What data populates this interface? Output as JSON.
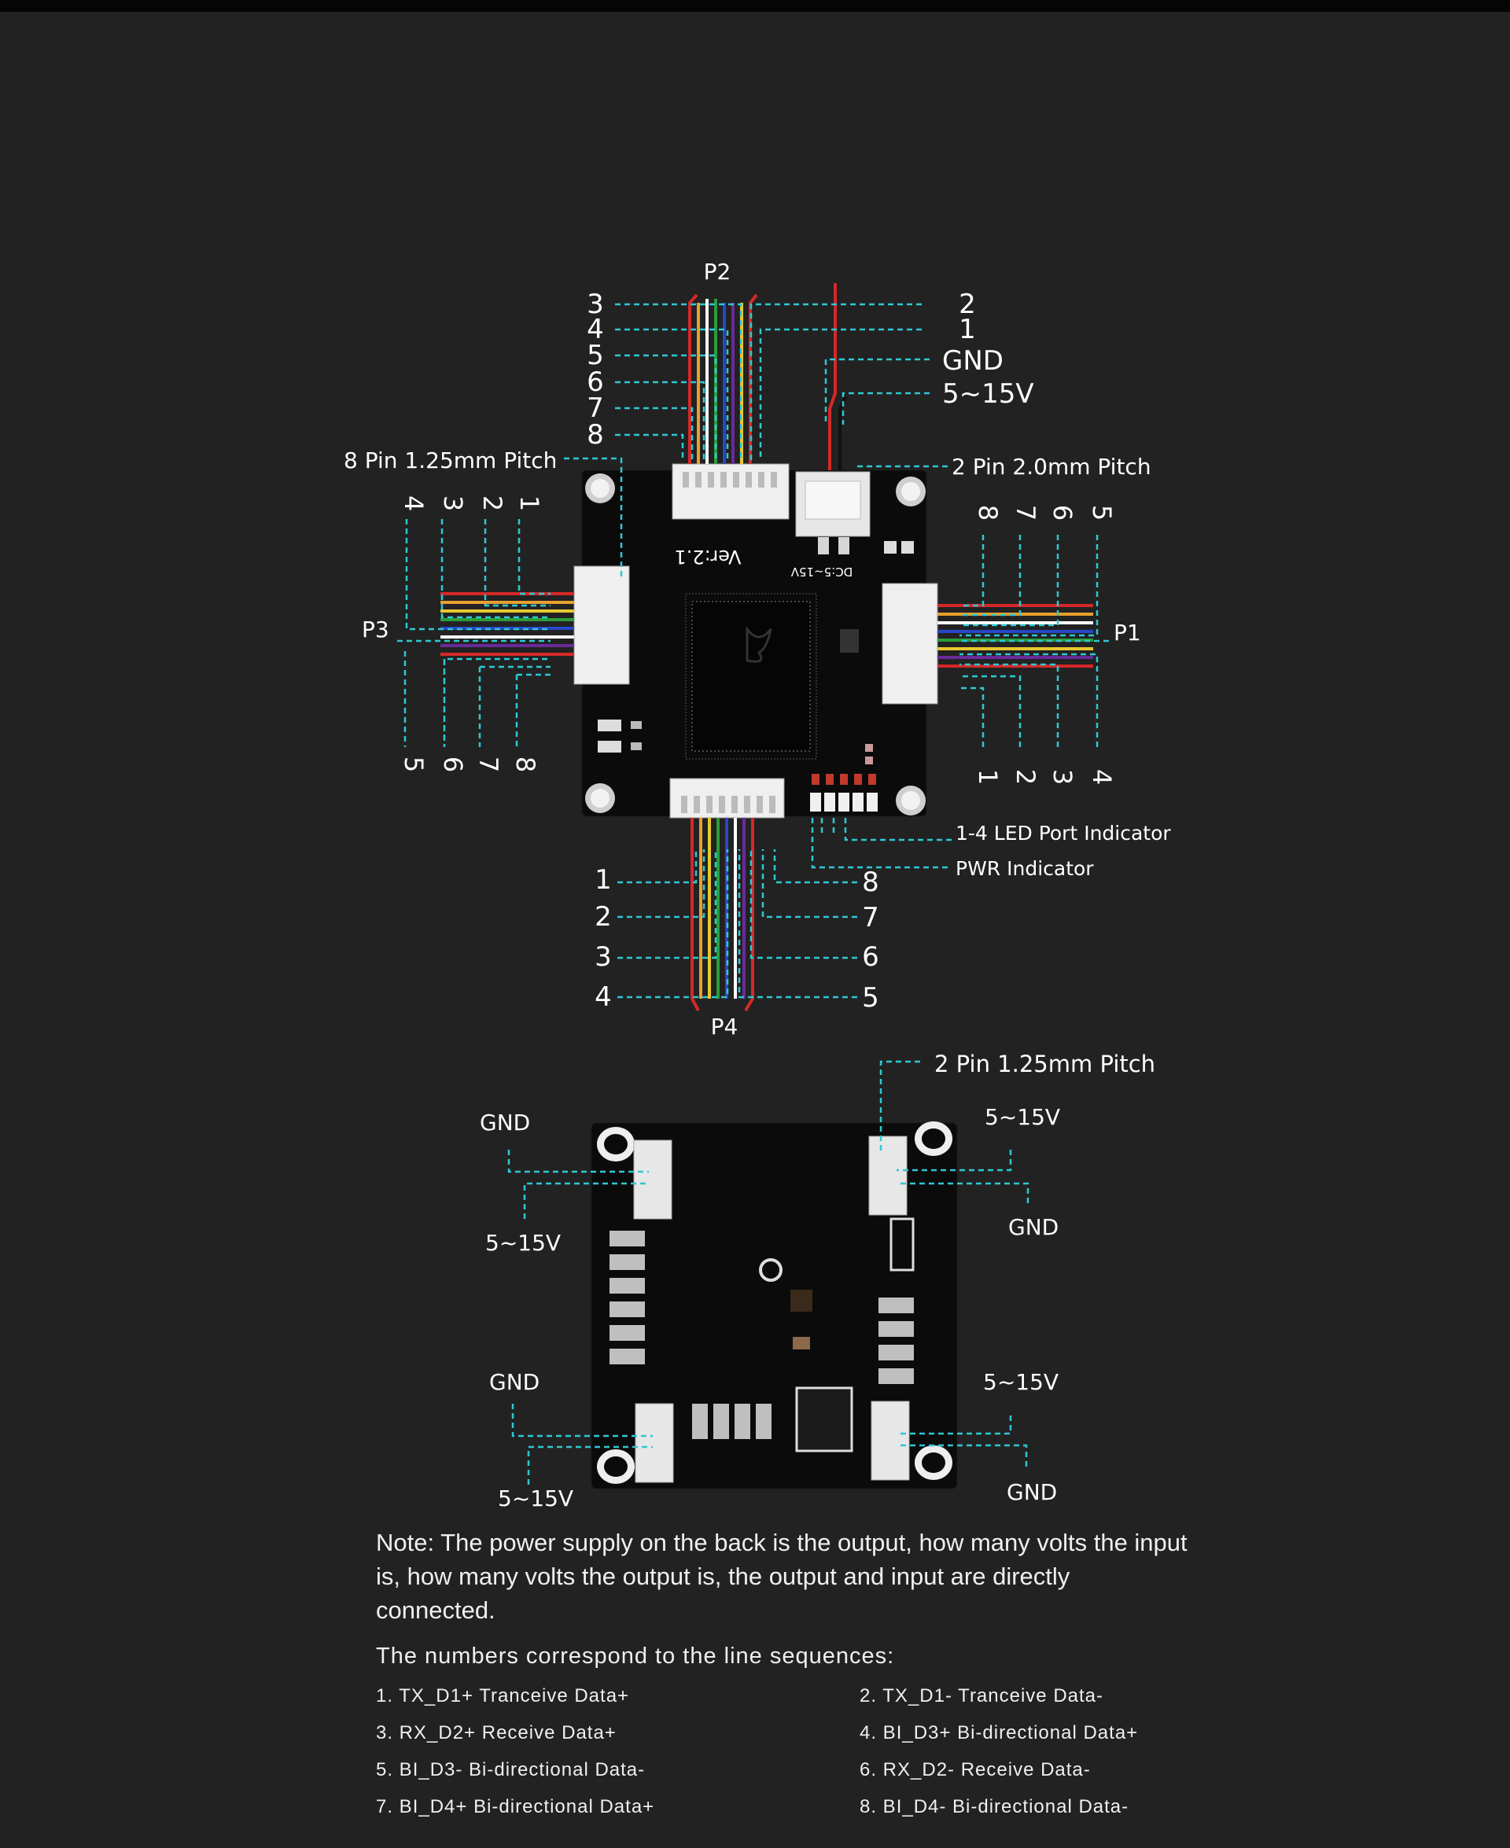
{
  "front": {
    "p2": {
      "name": "P2",
      "left_pins": [
        "3",
        "4",
        "5",
        "6",
        "7",
        "8"
      ],
      "right_pins": [
        "2",
        "1"
      ],
      "gnd": "GND",
      "vin": "5~15V",
      "connector_8pin": "8 Pin 1.25mm Pitch",
      "connector_2pin": "2 Pin 2.0mm Pitch"
    },
    "p3": {
      "name": "P3",
      "top_pins": [
        "4",
        "3",
        "2",
        "1"
      ],
      "bottom_pins": [
        "5",
        "6",
        "7",
        "8"
      ]
    },
    "p1": {
      "name": "P1",
      "top_pins": [
        "8",
        "7",
        "6",
        "5"
      ],
      "bottom_pins": [
        "1",
        "2",
        "3",
        "4"
      ]
    },
    "p4": {
      "name": "P4",
      "left_pins": [
        "1",
        "2",
        "3",
        "4"
      ],
      "right_pins": [
        "8",
        "7",
        "6",
        "5"
      ]
    },
    "led_indicator": "1-4 LED Port Indicator",
    "pwr_indicator": "PWR Indicator",
    "board_version": "Ver:2.1",
    "board_dc": "DC:5~15V"
  },
  "back": {
    "pitch": "2 Pin 1.25mm Pitch",
    "tl_gnd": "GND",
    "tl_vin": "5~15V",
    "tr_vin": "5~15V",
    "tr_gnd": "GND",
    "bl_gnd": "GND",
    "bl_vin": "5~15V",
    "br_vin": "5~15V",
    "br_gnd": "GND"
  },
  "note": "Note: The power supply on the back is the output, how many volts the input is, how many volts the output is, the output and input are directly connected.",
  "sequence_title": "The numbers correspond to the line sequences:",
  "sequences": [
    "1. TX_D1+ Tranceive Data+",
    "2. TX_D1- Tranceive Data-",
    "3. RX_D2+ Receive Data+",
    "4. BI_D3+ Bi-directional Data+",
    "5. BI_D3- Bi-directional Data-",
    "6. RX_D2- Receive Data-",
    "7. BI_D4+ Bi-directional Data+",
    "8. BI_D4- Bi-directional Data-"
  ],
  "colors": {
    "background": "#222222",
    "leader": "#2ec8d4",
    "board": "#0b0b0b",
    "text": "#ffffff"
  }
}
